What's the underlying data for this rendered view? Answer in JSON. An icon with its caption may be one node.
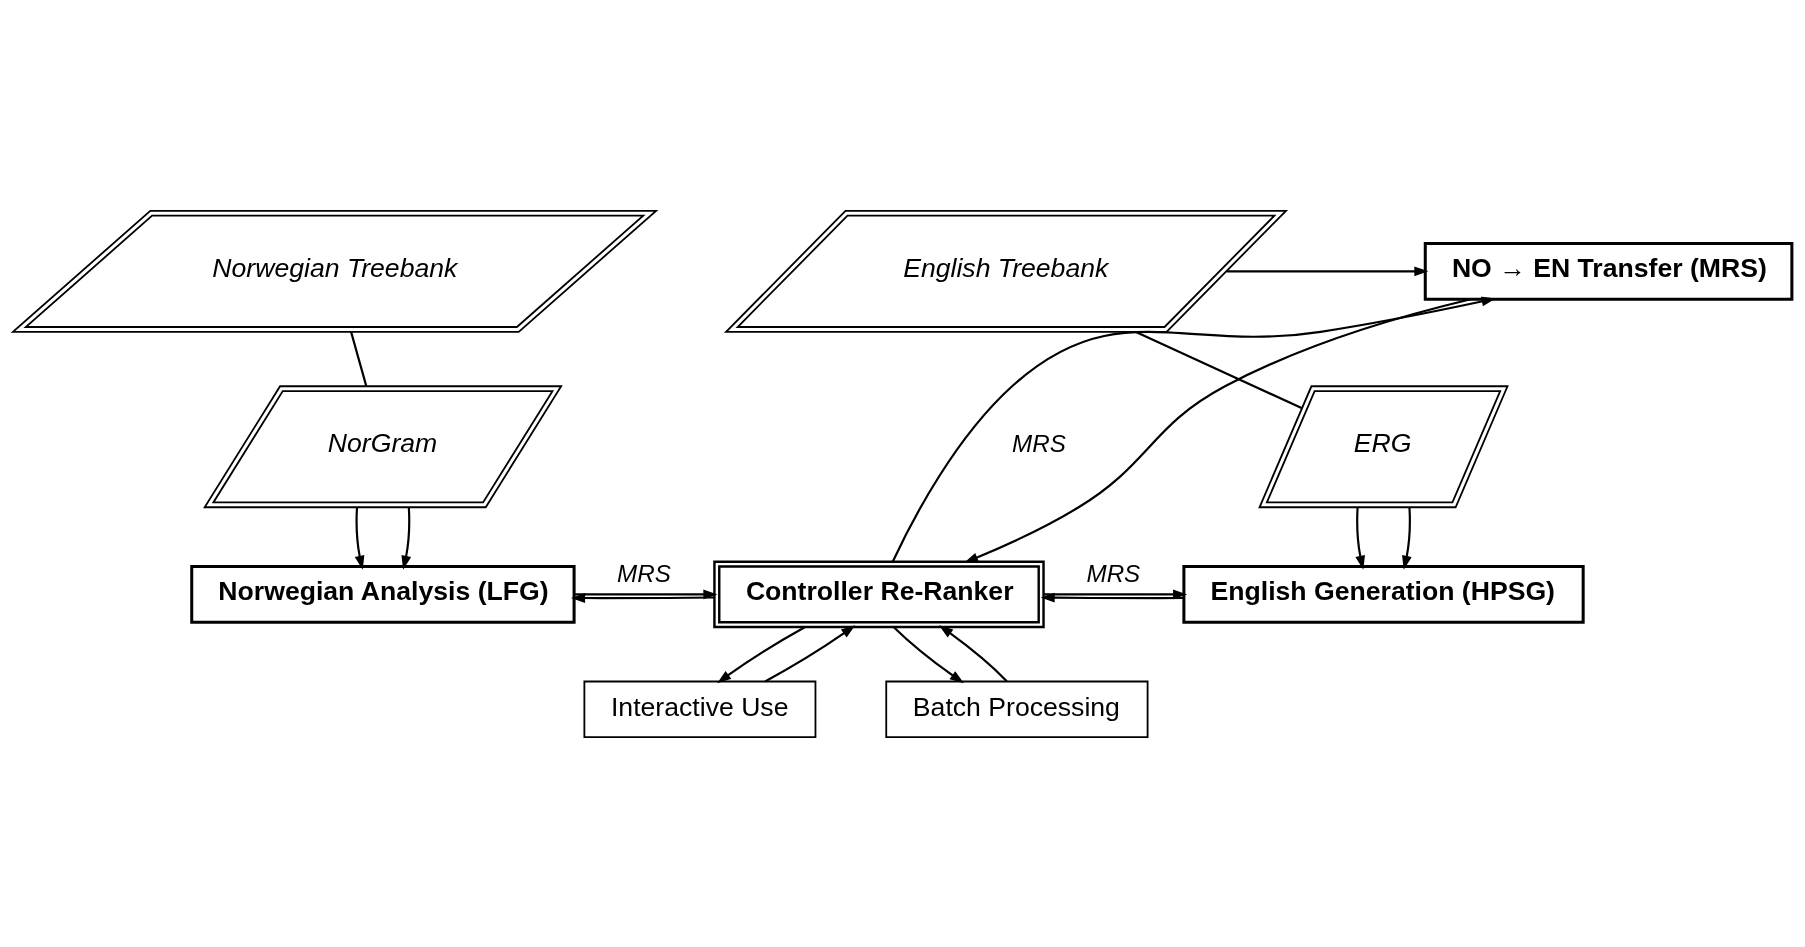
{
  "diagram": {
    "nodes": [
      {
        "text": [
          "Norwegian Treebank"
        ]
      },
      {
        "text": [
          "NO → EN Transfer (MRS)"
        ]
      },
      {
        "text": [
          "English Treebank"
        ]
      },
      {
        "text": [
          "NorGram"
        ]
      },
      {
        "text": [
          "ERG"
        ]
      },
      {
        "text": [
          "Norwegian Analysis (LFG)"
        ]
      },
      {
        "text": [
          "Controller Re-Ranker"
        ]
      },
      {
        "text": [
          "English Generation (HPSG)"
        ]
      },
      {
        "text": [
          "Interactive Use"
        ]
      },
      {
        "text": [
          "Batch Processing"
        ]
      }
    ],
    "edges": [
      {
        "from": 0,
        "to": 3,
        "arrow": "none"
      },
      {
        "from": 2,
        "to": 4,
        "arrow": "none"
      },
      {
        "from": 2,
        "to": 1,
        "arrow": "to"
      },
      {
        "from": 3,
        "to": 5,
        "arrow": "to"
      },
      {
        "from": 3,
        "to": 5,
        "arrow": "to"
      },
      {
        "from": 4,
        "to": 7,
        "arrow": "to"
      },
      {
        "from": 4,
        "to": 7,
        "arrow": "to"
      },
      {
        "from": 6,
        "to": 1,
        "arrow": "to",
        "label": "MRS"
      },
      {
        "from": 1,
        "to": 6,
        "arrow": "to"
      },
      {
        "from": 5,
        "to": 6,
        "arrow": "to",
        "label": "MRS"
      },
      {
        "from": 6,
        "to": 5,
        "arrow": "to"
      },
      {
        "from": 6,
        "to": 7,
        "arrow": "to",
        "label": "MRS"
      },
      {
        "from": 7,
        "to": 6,
        "arrow": "to"
      },
      {
        "from": 8,
        "to": 6,
        "arrow": "to"
      },
      {
        "from": 6,
        "to": 8,
        "arrow": "to"
      },
      {
        "from": 9,
        "to": 6,
        "arrow": "to"
      },
      {
        "from": 6,
        "to": 9,
        "arrow": "to"
      }
    ]
  }
}
